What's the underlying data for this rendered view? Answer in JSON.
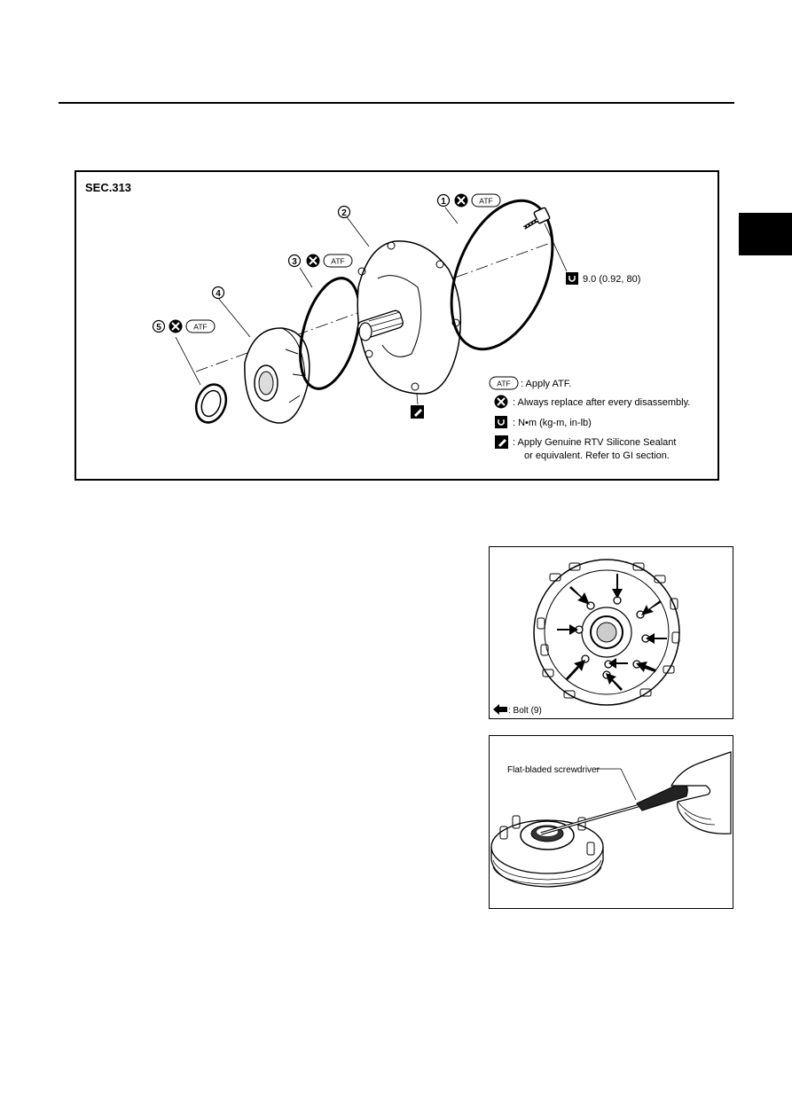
{
  "diagram": {
    "section": "SEC.313",
    "parts": [
      "1",
      "2",
      "3",
      "4",
      "5"
    ],
    "atf_badge": "ATF",
    "torque_spec": "9.0 (0.92, 80)",
    "legend": {
      "atf": ": Apply ATF.",
      "replace": ": Always replace after every disassembly.",
      "torque": ":  N•m  (kg-m,  in-lb)",
      "sealant_1": ":  Apply Genuine RTV Silicone Sealant",
      "sealant_2": "or equivalent. Refer to GI section."
    }
  },
  "bolt_figure": {
    "caption": ": Bolt (9)"
  },
  "screwdriver_figure": {
    "label": "Flat-bladed screwdriver"
  }
}
